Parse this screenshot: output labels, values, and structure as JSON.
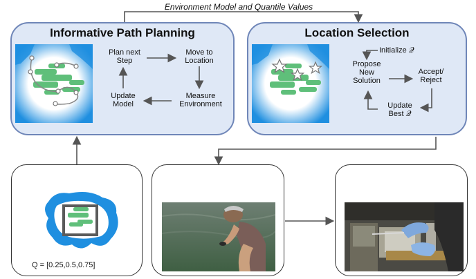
{
  "top_caption": "Environment Model and Quantile Values",
  "ipp": {
    "title": "Informative Path Planning",
    "plan_next_step": "Plan next\nStep",
    "move_to_location": "Move to\nLocation",
    "measure_environment": "Measure\nEnvironment",
    "update_model": "Update\nModel"
  },
  "location_selection": {
    "title": "Location Selection",
    "initialize": "Initialize 𝒬",
    "propose_new_solution": "Propose\nNew\nSolution",
    "accept_reject": "Accept/\nReject",
    "update_best": "Update\nBest 𝒬"
  },
  "quantile_label": "Q = [0.25,0.5,0.75]",
  "colors": {
    "panel_fill": "#dfe8f6",
    "panel_border": "#6f86b8",
    "water_blue": "#1f8fe0",
    "algae_green": "#5fbf7a",
    "arrow_gray": "#555555"
  }
}
